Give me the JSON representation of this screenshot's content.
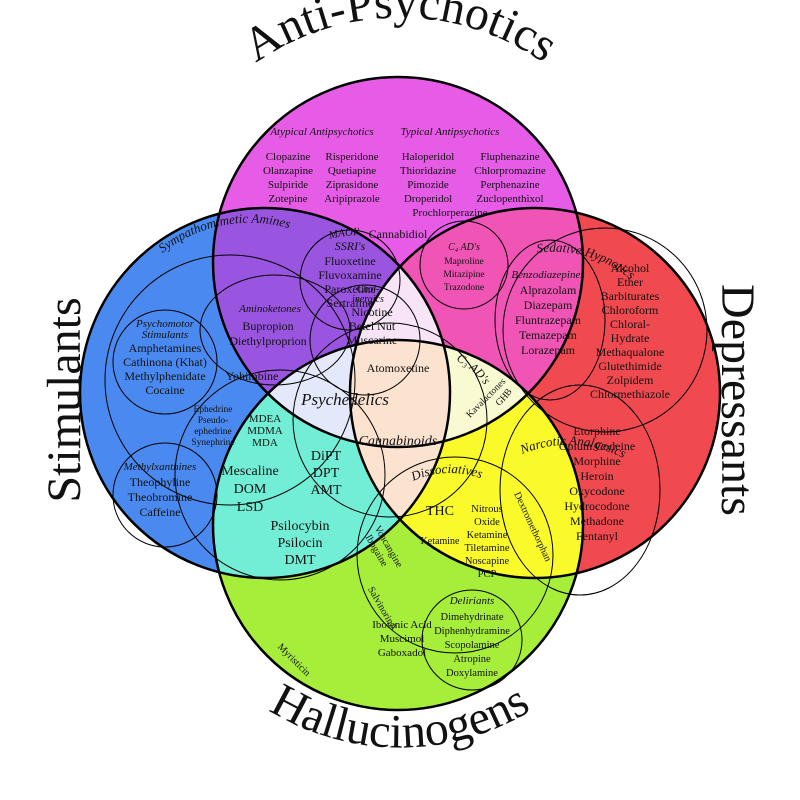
{
  "big_labels": {
    "anti_psychotics": "Anti-Psychotics",
    "stimulants": "Stimulants",
    "depressants": "Depressants",
    "hallucinogens": "Hallucinogens"
  },
  "colors": {
    "anti_psychotics": "#e65ce6",
    "stimulants": "#4a8af0",
    "depressants": "#f04a50",
    "hallucinogens": "#a6ee3a",
    "stim_anti": "#9a55e0",
    "anti_dep": "#f055b5",
    "stim_hall": "#72eed6",
    "dep_hall": "#fafa2a",
    "center_top": "#f7e4f7",
    "center_left": "#e4e8fb",
    "center_right": "#fafad2",
    "center_bottom": "#fbe3d0"
  },
  "anti_psychotics": {
    "atypical_title": "Atypical Antipsychotics",
    "typical_title": "Typical Antipsychotics",
    "atypical_col1": [
      "Clopazine",
      "Olanzapine",
      "Sulpiride",
      "Zotepine"
    ],
    "atypical_col2": [
      "Risperidone",
      "Quetiapine",
      "Ziprasidone",
      "Aripiprazole"
    ],
    "typical_col1": [
      "Haloperidol",
      "Thioridazine",
      "Pimozide",
      "Droperidol"
    ],
    "typical_col2": [
      "Fluphenazine",
      "Chlorpromazine",
      "Perphenazine",
      "Zuclopenthixol"
    ],
    "typical_extra": "Prochlorperazine",
    "cannabidiol": "Cannabidiol"
  },
  "ssri": {
    "title": "SSRI's",
    "items": [
      "Fluoxetine",
      "Fluvoxamine",
      "Paroxetine",
      "Sertraline"
    ]
  },
  "maois": "MAOI's",
  "cholinergics": {
    "title_line1": "Chol-",
    "title_line2": "inergics",
    "items": [
      "Nicotine",
      "Betel Nut",
      "Muscarine"
    ]
  },
  "c4ad": {
    "title": "C₄ AD's",
    "items": [
      "Maproline",
      "Mitazipine",
      "Trazodone"
    ]
  },
  "benzodiazepines": {
    "title": "Benzodiazepines",
    "items": [
      "Alprazolam",
      "Diazepam",
      "Fluntrazepam",
      "Temazepam",
      "Lorazepam"
    ]
  },
  "sedative_hypnotics": {
    "title": "Sedative Hypnotics",
    "items": [
      "Alcohol",
      "Ether",
      "Barbiturates",
      "Chloroform",
      "Chloral-",
      "Hydrate",
      "Methaqualone",
      "Glutethimide",
      "Zolpidem",
      "Chlormethiazole"
    ]
  },
  "ghb": "GHB",
  "kavalactones": "Kavalactones",
  "c3ad": "C₃ AD's",
  "narcotic_analgesics": {
    "title": "Narcotic Analgesics",
    "items": [
      "Etorphine",
      "Opium Codeine",
      "Morphine",
      "Heroin",
      "Oxycodone",
      "Hydrocodone",
      "Methadone",
      "Fentanyl"
    ]
  },
  "dissociatives": {
    "title": "Dissociatives",
    "items": [
      "Nitrous",
      "Oxide",
      "Ketamine",
      "Tiletamine",
      "Noscapine",
      "PCP"
    ],
    "dextromethorphan": "Dextromethorphan",
    "ketamine": "Ketamine",
    "thc": "THC"
  },
  "sympathomimetic": {
    "title": "Sympathomimetic Amines",
    "aminoketones_title": "Aminoketones",
    "aminoketones": [
      "Bupropion",
      "Diethylproprion"
    ],
    "psychomotor_line1": "Psychomotor",
    "psychomotor_line2": "Stimulants",
    "psychomotor": [
      "Amphetamines",
      "Cathinona (Khat)",
      "Methylphenidate",
      "Cocaine"
    ],
    "yohimbine": "Yohimbine",
    "ephedrine": [
      "Ephedrine",
      "Pseudo-",
      "ephedrine",
      "Synephrine"
    ]
  },
  "methylxanthines": {
    "title": "Methylxanthines",
    "items": [
      "Theophyline",
      "Theobromine",
      "Caffeine"
    ]
  },
  "center": {
    "atomoxetine": "Atomoxetine",
    "psychedelics": "Psychedelics",
    "cannabinoids": "Cannabinoids"
  },
  "psychedelics": {
    "mdx": [
      "MDEA",
      "MDMA",
      "MDA"
    ],
    "right": [
      "DiPT",
      "DPT",
      "AMT"
    ],
    "left": [
      "Mescaline",
      "DOM",
      "LSD"
    ],
    "lower": [
      "Psilocybin",
      "Psilocin",
      "DMT"
    ]
  },
  "hallucinogens": {
    "voacangine": "Voacangine",
    "ibogaine": "Ibogaine",
    "salvinorin": "SalvinorinA",
    "myristicin": "Myristicin",
    "amanita": [
      "Ibotenic Acid",
      "Muscimol",
      "Gaboxadol"
    ]
  },
  "deliriants": {
    "title": "Deliriants",
    "items": [
      "Dimehydrinate",
      "Diphenhydramine",
      "Scopolamine",
      "Atropine",
      "Doxylamine"
    ]
  }
}
